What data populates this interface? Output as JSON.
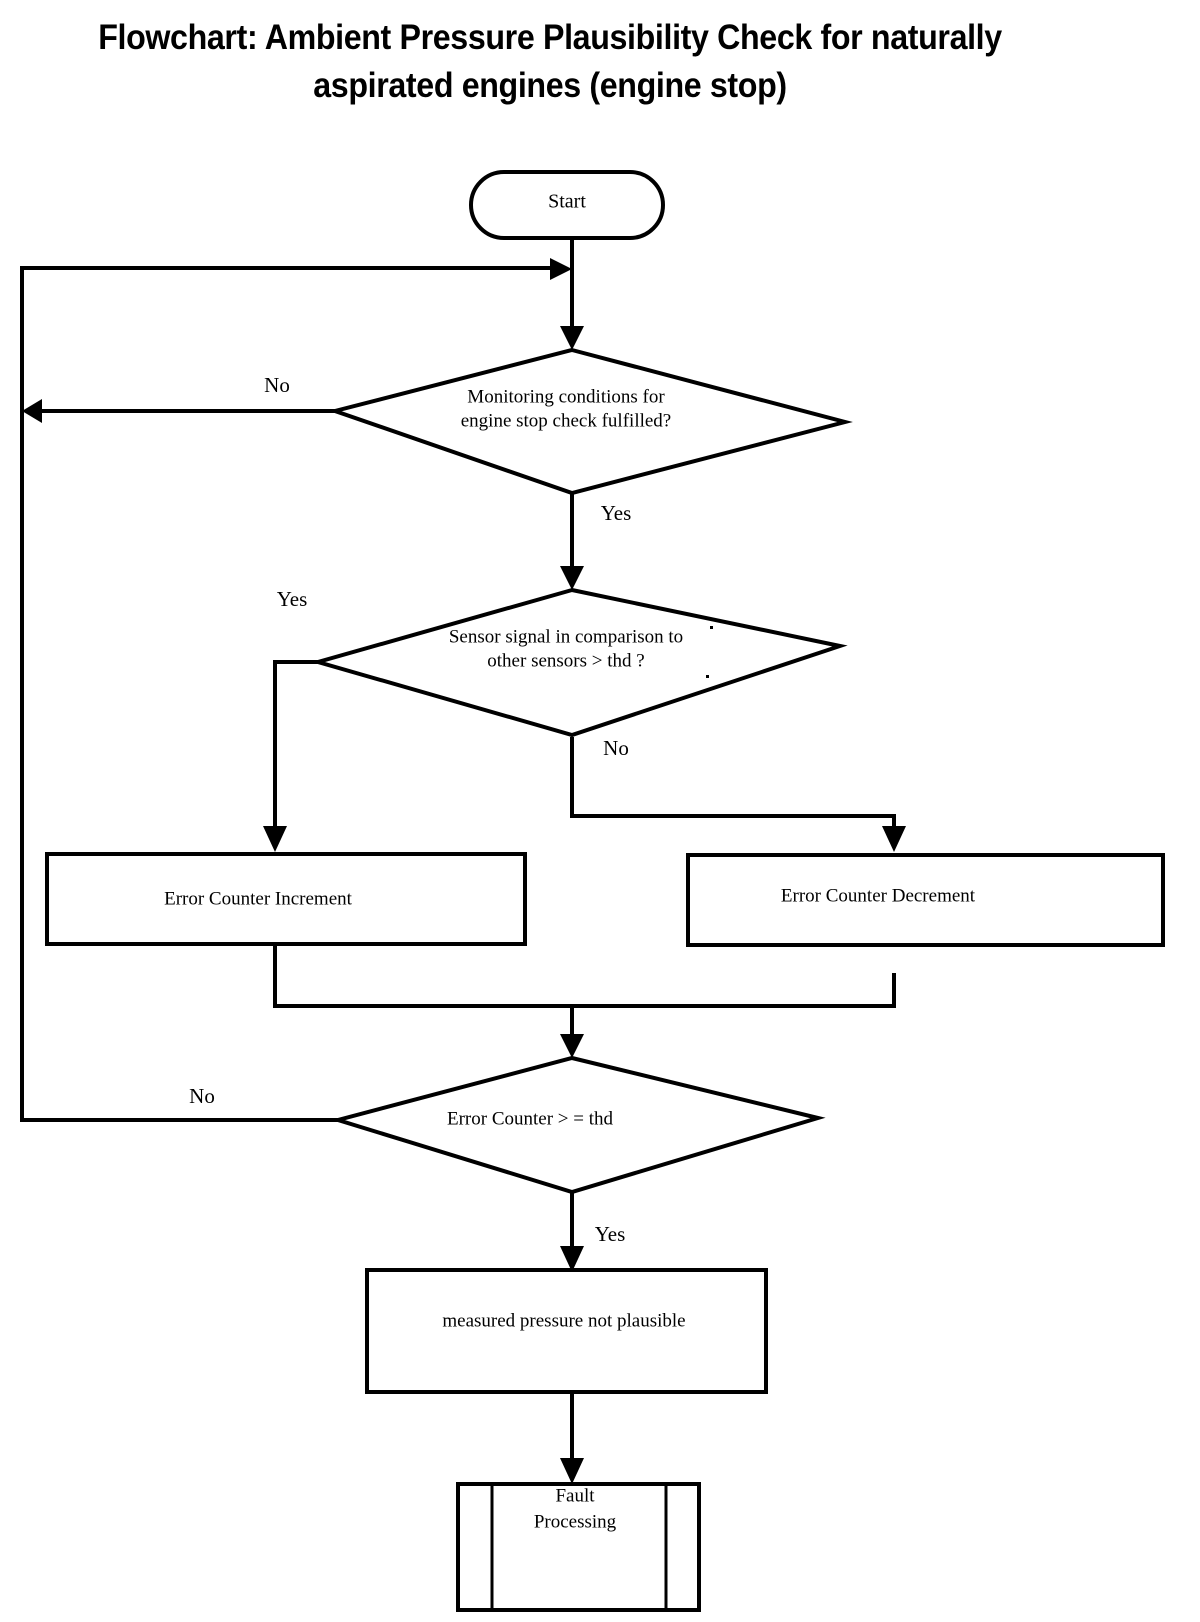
{
  "document": {
    "title_line1": "Flowchart: Ambient Pressure Plausibility Check for naturally",
    "title_line2": "aspirated engines (engine stop)",
    "colors": {
      "stroke": "#000000",
      "fill": "#ffffff",
      "background": "#ffffff"
    }
  },
  "chart_data": {
    "type": "diagram",
    "title": "Flowchart: Ambient Pressure Plausibility Check for naturally aspirated engines (engine stop)",
    "nodes": [
      {
        "id": "start",
        "shape": "terminator",
        "label": "Start"
      },
      {
        "id": "d1",
        "shape": "decision",
        "label_line1": "Monitoring  conditions for",
        "label_line2": "engine stop check fulfilled?"
      },
      {
        "id": "d2",
        "shape": "decision",
        "label_line1": "Sensor signal in comparison to",
        "label_line2": "other sensors > thd ?"
      },
      {
        "id": "p_inc",
        "shape": "process",
        "label": "Error Counter Increment"
      },
      {
        "id": "p_dec",
        "shape": "process",
        "label": "Error Counter Decrement"
      },
      {
        "id": "d3",
        "shape": "decision",
        "label": "Error Counter > = thd"
      },
      {
        "id": "p_npl",
        "shape": "process",
        "label": "measured pressure not plausible"
      },
      {
        "id": "p_fault",
        "shape": "predefined-process",
        "label_line1": "Fault",
        "label_line2": "Processing"
      }
    ],
    "edges": [
      {
        "from": "start",
        "to": "d1",
        "label": ""
      },
      {
        "from": "d1",
        "to": "loop-top",
        "label": "No"
      },
      {
        "from": "d1",
        "to": "d2",
        "label": "Yes"
      },
      {
        "from": "d2",
        "to": "p_inc",
        "label": "Yes"
      },
      {
        "from": "d2",
        "to": "p_dec",
        "label": "No"
      },
      {
        "from": "p_inc",
        "to": "d3",
        "label": ""
      },
      {
        "from": "p_dec",
        "to": "d3",
        "label": ""
      },
      {
        "from": "d3",
        "to": "loop-top",
        "label": "No"
      },
      {
        "from": "d3",
        "to": "p_npl",
        "label": "Yes"
      },
      {
        "from": "p_npl",
        "to": "p_fault",
        "label": ""
      }
    ]
  },
  "labels": {
    "start": "Start",
    "d1_line1": "Monitoring  conditions for",
    "d1_line2": "engine stop check fulfilled?",
    "d1_no": "No",
    "d1_yes": "Yes",
    "d2_line1": "Sensor signal in comparison to",
    "d2_line2": "other sensors > thd ?",
    "d2_yes": "Yes",
    "d2_no": "No",
    "inc": "Error Counter Increment",
    "dec": "Error Counter Decrement",
    "d3": "Error Counter > = thd",
    "d3_no": "No",
    "d3_yes": "Yes",
    "not_plausible": "measured pressure not plausible",
    "fault_line1": "Fault",
    "fault_line2": "Processing"
  }
}
